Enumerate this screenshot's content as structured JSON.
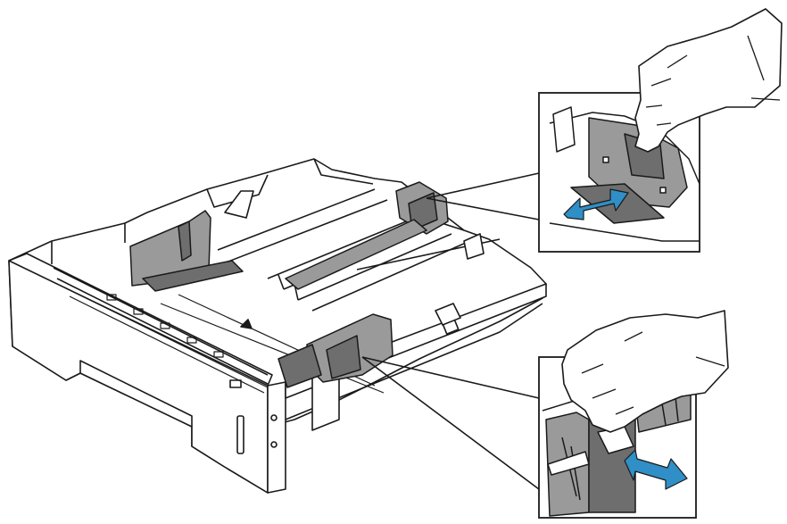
{
  "illustration": {
    "subject": "paper-tray-guide-adjustment",
    "callouts": [
      {
        "id": "length-guide-callout",
        "arrow": "double-headed",
        "arrow_color": "#2F8FC6"
      },
      {
        "id": "width-guide-callout",
        "arrow": "double-headed",
        "arrow_color": "#2F8FC6"
      }
    ],
    "colors": {
      "line": "#1a1a1a",
      "tray_fill": "#ffffff",
      "guide_fill": "#9a9a9a",
      "guide_dark": "#6e6e6e",
      "arrow": "#2F8FC6"
    }
  }
}
